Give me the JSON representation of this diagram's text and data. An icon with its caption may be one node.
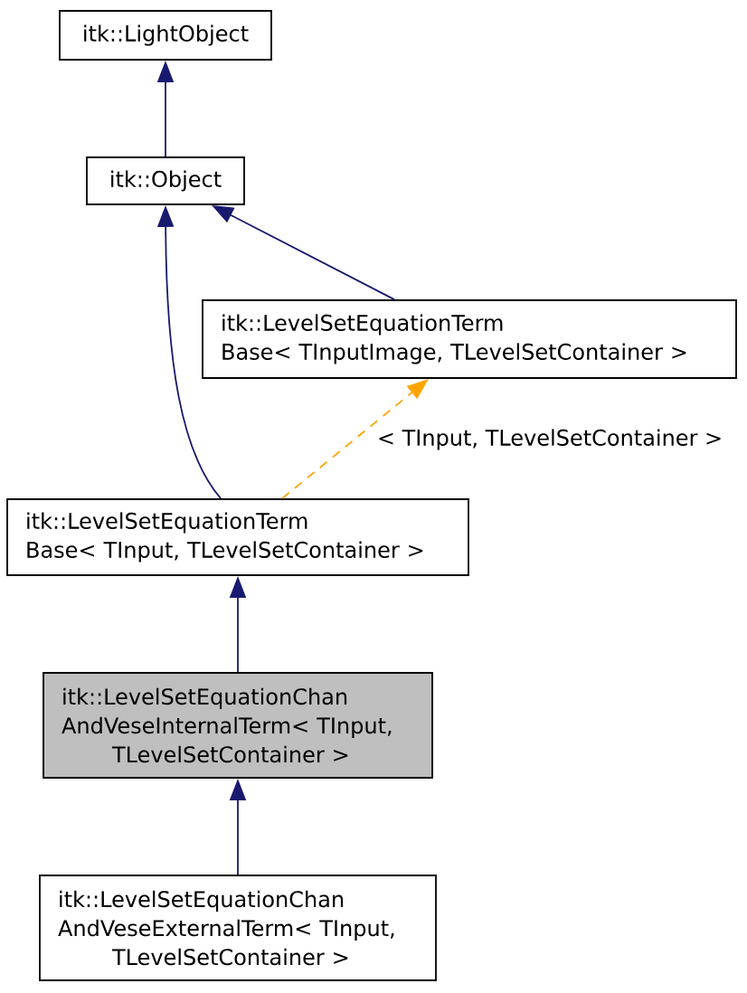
{
  "diagram": {
    "nodes": [
      {
        "text": [
          "itk::LightObject"
        ]
      },
      {
        "text": [
          "itk::Object"
        ]
      },
      {
        "text": [
          "itk::LevelSetEquationTerm Base< TInputImage, TLevelSetContainer >"
        ]
      },
      {
        "text": [
          "itk::LevelSetEquationTerm Base< TInput, TLevelSetContainer >"
        ]
      },
      {
        "text": [
          "itk::LevelSetEquationChan AndVeseInternalTerm< TInput, TLevelSetContainer >"
        ]
      },
      {
        "text": [
          "itk::LevelSetEquationChan AndVeseExternalTerm< TInput, TLevelSetContainer >"
        ]
      }
    ],
    "edges": [
      {
        "from": 1,
        "to": 0,
        "arrow": "to"
      },
      {
        "from": 3,
        "to": 1,
        "arrow": "to"
      },
      {
        "from": 2,
        "to": 1,
        "arrow": "to"
      },
      {
        "from": 3,
        "to": 2,
        "arrow": "to",
        "label": "< TInput, TLevelSetContainer >",
        "style": "dashed",
        "color": "#ffa500"
      },
      {
        "from": 4,
        "to": 3,
        "arrow": "to"
      },
      {
        "from": 5,
        "to": 4,
        "arrow": "to"
      }
    ]
  }
}
